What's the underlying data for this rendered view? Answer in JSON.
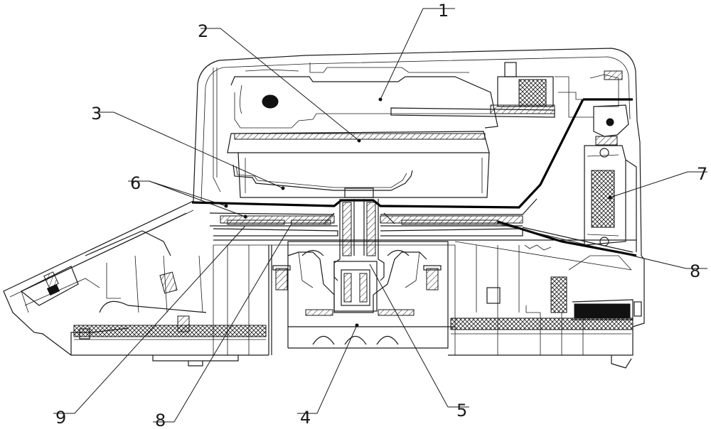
{
  "labels": {
    "l1": "1",
    "l2": "2",
    "l3": "3",
    "l4": "4",
    "l5": "5",
    "l6": "6",
    "l7": "7",
    "l8a": "8",
    "l8b": "8",
    "l9": "9"
  }
}
